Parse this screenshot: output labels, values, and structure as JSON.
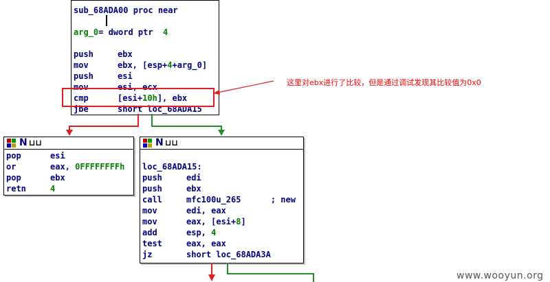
{
  "graph": {
    "block_top": {
      "lines": [
        {
          "text": "sub_68ADA00 proc near"
        },
        {
          "text": ""
        },
        {
          "pre": "arg_0",
          "text": "= dword ptr  ",
          "num": "4"
        },
        {
          "text": ""
        },
        {
          "op": "push",
          "args": "ebx"
        },
        {
          "op": "mov",
          "args": "ebx, [esp+",
          "num": "4",
          "post": "+arg_0]"
        },
        {
          "op": "push",
          "args": "esi"
        },
        {
          "op": "mov",
          "args": "esi, ecx"
        },
        {
          "op": "cmp",
          "args": "[esi+",
          "num": "10h",
          "post": "], ebx"
        },
        {
          "op": "jbe",
          "args": "short loc_68ADA15"
        }
      ]
    },
    "block_left": {
      "lines": [
        {
          "op": "pop",
          "args": "esi"
        },
        {
          "op": "or",
          "args": "eax, ",
          "num": "0FFFFFFFFh"
        },
        {
          "op": "pop",
          "args": "ebx"
        },
        {
          "op": "retn",
          "args": "",
          "num": "4"
        }
      ]
    },
    "block_right": {
      "lines": [
        {
          "text": ""
        },
        {
          "text": "loc_68ADA15:"
        },
        {
          "op": "push",
          "args": "edi"
        },
        {
          "op": "push",
          "args": "ebx"
        },
        {
          "op": "call",
          "args": "mfc100u_265      ; new"
        },
        {
          "op": "mov",
          "args": "edi, eax"
        },
        {
          "op": "mov",
          "args": "eax, [esi+",
          "num": "8",
          "post": "]"
        },
        {
          "op": "add",
          "args": "esp, ",
          "num": "4"
        },
        {
          "op": "test",
          "args": "eax, eax"
        },
        {
          "op": "jz",
          "args": "short loc_68ADA3A"
        }
      ]
    },
    "header_letter": "N",
    "header_glyph": "⊔⊔"
  },
  "annotation": {
    "text": "这里对ebx进行了比较，但是通过调试发现其比较值为0x0",
    "color": "#ff0000"
  },
  "watermark": "www.wooyun.org",
  "colors": {
    "text": "#000080",
    "number": "#008000",
    "edge_false": "#e02020",
    "edge_true": "#2b8a2b",
    "highlight": "#e02020"
  }
}
